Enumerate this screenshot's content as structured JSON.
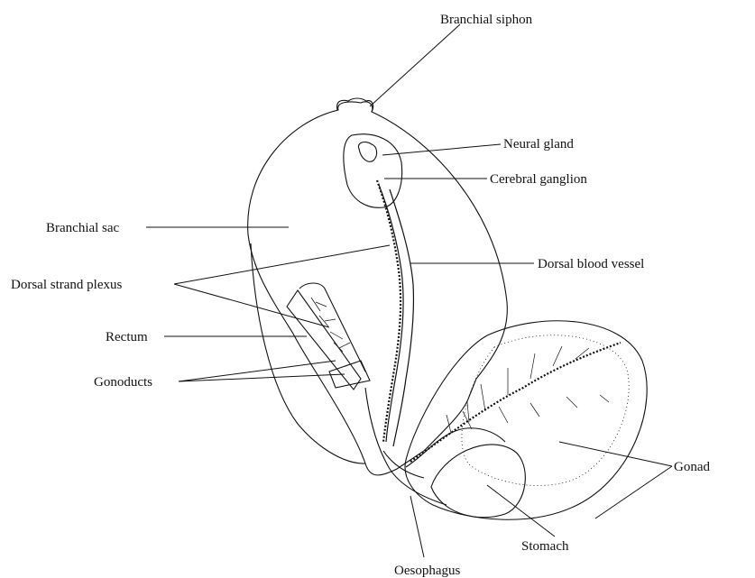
{
  "labels": {
    "branchial_siphon": "Branchial siphon",
    "neural_gland": "Neural gland",
    "cerebral_ganglion": "Cerebral ganglion",
    "branchial_sac": "Branchial sac",
    "dorsal_blood_vessel": "Dorsal blood vessel",
    "dorsal_strand_plexus": "Dorsal strand plexus",
    "rectum": "Rectum",
    "gonoducts": "Gonoducts",
    "gonad": "Gonad",
    "stomach": "Stomach",
    "oesophagus": "Oesophagus"
  },
  "colors": {
    "ink": "#111111",
    "background": "#ffffff"
  }
}
